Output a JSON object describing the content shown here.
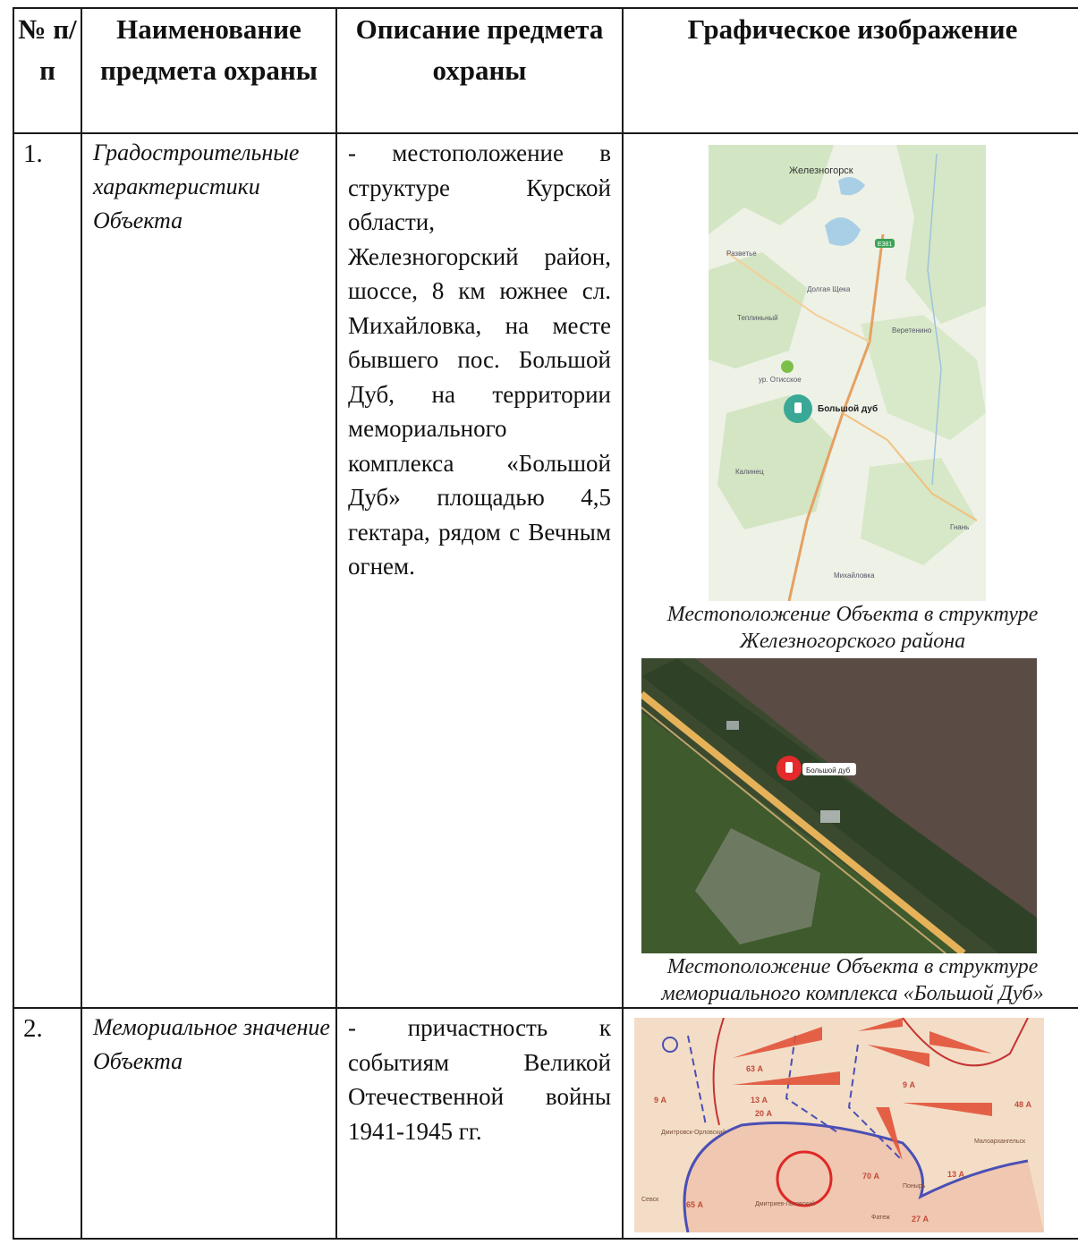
{
  "header": {
    "col1": "№ п/п",
    "col2": "Наименование предмета охраны",
    "col3": "Описание предмета охраны",
    "col4": "Графическое изображение"
  },
  "rows": [
    {
      "num": "1.",
      "name": "Градостроительные характеристики Объекта",
      "desc": "- местоположение в структуре Курской области, Железногорский район, шоссе, 8 км южнее сл. Михайловка, на месте бывшего пос. Большой Дуб, на территории мемориального комплекса «Большой Дуб» площадью 4,5 гектара, рядом с Вечным огнем.",
      "map1": {
        "labels": [
          "Железногорск",
          "Разветье",
          "Долгая Щека",
          "Теплиньный",
          "Веретенино",
          "ур. Отисское",
          "Большой дуб",
          "Калинец",
          "Гнань",
          "Михайловка"
        ],
        "road_badge": "Е381"
      },
      "caption1": "Местоположение Объекта в структуре Железногорского района",
      "map2": {
        "marker_label": "Большой дуб"
      },
      "caption2": "Местоположение Объекта в структуре мемориального комплекса «Большой Дуб»"
    },
    {
      "num": "2.",
      "name": "Мемориальное значение Объекта",
      "desc": "- причастность к событиям Великой Отечественной войны 1941-1945 гг.",
      "map3": {
        "labels": [
          "63 А",
          "9 А",
          "13 А",
          "20 А",
          "9 А",
          "48 А",
          "70 А",
          "13 А",
          "65 А",
          "27 А",
          "Дмитровск-Орловский",
          "Дмитриев-Льговский",
          "Малоархангельск",
          "Фатеж",
          "Севск",
          "Понырь"
        ]
      }
    }
  ]
}
